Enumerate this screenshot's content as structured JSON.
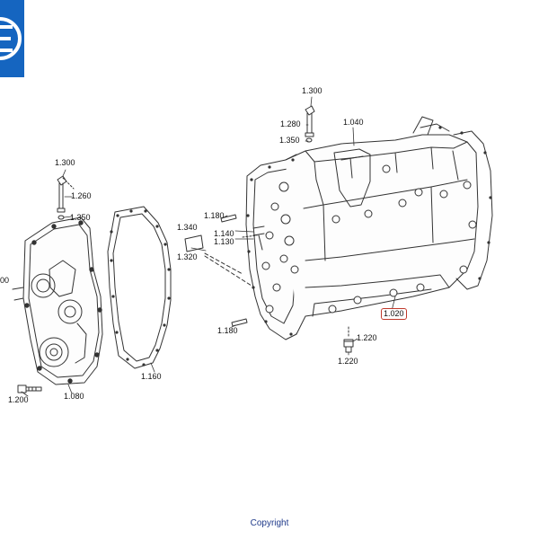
{
  "colors": {
    "brand": "#1565c0",
    "line": "#333333",
    "highlight": "#c0392b",
    "copyright_text": "#1f3a8a"
  },
  "brand_logo": {
    "icon": "brand-logo-icon"
  },
  "labels": [
    {
      "id": "1300-a",
      "text": "1.300"
    },
    {
      "id": "1280",
      "text": "1.280"
    },
    {
      "id": "1350-a",
      "text": "1.350"
    },
    {
      "id": "1040",
      "text": "1.040"
    },
    {
      "id": "1300-b",
      "text": "1.300"
    },
    {
      "id": "1260",
      "text": "1.260"
    },
    {
      "id": "1350-b",
      "text": "1.350"
    },
    {
      "id": "1180-a",
      "text": "1.180"
    },
    {
      "id": "1340",
      "text": "1.340"
    },
    {
      "id": "1140",
      "text": "1.140"
    },
    {
      "id": "1130",
      "text": "1.130"
    },
    {
      "id": "1320",
      "text": "1.320"
    },
    {
      "id": "00",
      "text": "00"
    },
    {
      "id": "1020",
      "text": "1.020",
      "highlighted": true
    },
    {
      "id": "1180-b",
      "text": "1.180"
    },
    {
      "id": "1220-a",
      "text": "1.220"
    },
    {
      "id": "1220-b",
      "text": "1.220"
    },
    {
      "id": "1160",
      "text": "1.160"
    },
    {
      "id": "1200",
      "text": "1.200"
    },
    {
      "id": "1080",
      "text": "1.080"
    }
  ],
  "footer": {
    "copyright": "Copyright"
  }
}
